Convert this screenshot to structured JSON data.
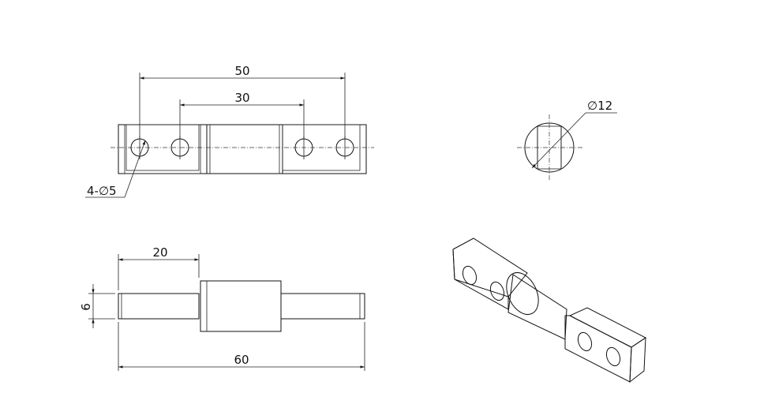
{
  "dimensions": {
    "top_overall": "50",
    "top_inner": "30",
    "holes": "4-∅5",
    "diameter": "∅12",
    "side_length": "20",
    "side_height": "6",
    "side_overall": "60"
  },
  "colors": {
    "metal_light": "#f2f2f2",
    "metal_mid": "#d4d4d4",
    "metal_dark": "#9a9a9a",
    "line": "#111111"
  }
}
